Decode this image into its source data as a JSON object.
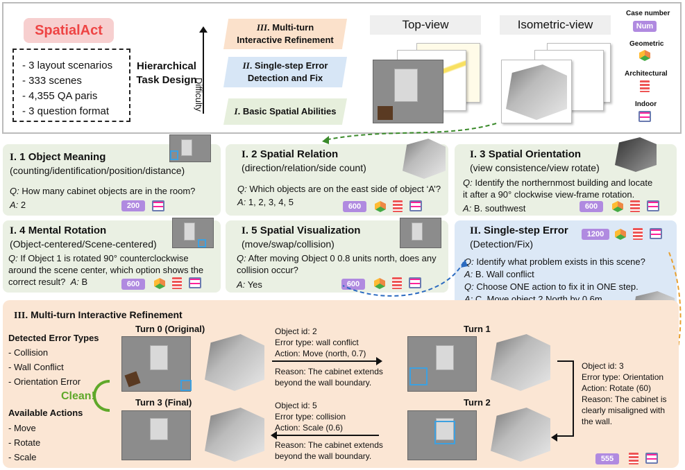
{
  "header": {
    "logo": "SpatialAct",
    "stats": [
      "- 3 layout scenarios",
      "- 333 scenes",
      "- 4,355 QA paris",
      "- 3 question format"
    ],
    "hierarchy_label_1": "Hierarchical",
    "hierarchy_label_2": "Task Design",
    "difficulty": "Difficulty",
    "levels": [
      {
        "roman": "III",
        "text": ". Multi-turn",
        "text2": "Interactive Refinement"
      },
      {
        "roman": "II",
        "text": ". Single-step Error",
        "text2": "Detection and Fix"
      },
      {
        "roman": "I",
        "text": ". Basic Spatial Abilities"
      }
    ],
    "top_view": "Top-view",
    "iso_view": "Isometric-view",
    "legend": {
      "case_number": "Case number",
      "num": "Num",
      "geometric": "Geometric",
      "architectural": "Architectural",
      "indoor": "Indoor"
    }
  },
  "cards": {
    "c11": {
      "roman": "I",
      "title": ". 1 Object Meaning",
      "sub": "(counting/identification/position/distance)",
      "q": "How many cabinet objects are in the room?",
      "a": "2",
      "num": "200"
    },
    "c12": {
      "roman": "I",
      "title": ". 2 Spatial Relation",
      "sub": "(direction/relation/side count)",
      "q": "Which objects are on the east side of object ‘A’?",
      "a": "1, 2, 3, 4, 5",
      "num": "600"
    },
    "c13": {
      "roman": "I",
      "title": ". 3 Spatial Orientation",
      "sub": "(view consistence/view rotate)",
      "q1": "Identify the northernmost building and locate",
      "q2": "it after a 90° clockwise view-frame rotation.",
      "a": "B. southwest",
      "num": "600"
    },
    "c14": {
      "roman": "I",
      "title": ". 4 Mental Rotation",
      "sub": "(Object-centered/Scene-centered)",
      "q1": "If Object 1 is rotated 90° counterclockwise",
      "q2": "around the scene center, which option shows the",
      "q3": "correct result?",
      "a": "B",
      "num": "600"
    },
    "c15": {
      "roman": "I",
      "title": ". 5 Spatial Visualization",
      "sub": "(move/swap/collision)",
      "q1": "After moving Object 0 0.8 units north, does any",
      "q2": "collision occur?",
      "a": "Yes",
      "num": "600"
    },
    "c2": {
      "roman": "II",
      "title": ". Single-step Error",
      "sub": "(Detection/Fix)",
      "num": "1200",
      "q1": "Identify what problem exists in this scene?",
      "a1": "B. Wall conflict",
      "q2": "Choose ONE action to fix it in ONE step.",
      "a2": "C. Move object 2 North by 0.6m."
    }
  },
  "qa_labels": {
    "q": "Q:",
    "a": "A:"
  },
  "multi": {
    "roman": "III",
    "title": ". Multi-turn Interactive Refinement",
    "detected_title": "Detected Error Types",
    "detected": [
      "- Collision",
      "- Wall Conflict",
      "- Orientation Error"
    ],
    "clean": "Clean!",
    "actions_title": "Available Actions",
    "actions": [
      "- Move",
      "- Rotate",
      "- Scale"
    ],
    "turn0": "Turn 0 (Original)",
    "turn1": "Turn 1",
    "turn2": "Turn 2",
    "turn3": "Turn 3 (Final)",
    "step1": [
      "Object id: 2",
      "Error type: wall conflict",
      "Action: Move (north, 0.7)",
      "Reason: The cabinet extends",
      "beyond the wall boundary."
    ],
    "step2": [
      "Object id: 3",
      "Error type: Orientation",
      "Action: Rotate (60)",
      "Reason: The cabinet is",
      "clearly misaligned with",
      "the wall."
    ],
    "step3": [
      "Object id: 5",
      "Error type: collision",
      "Action: Scale (0.6)",
      "Reason: The cabinet extends",
      "beyond the wall boundary."
    ],
    "num": "555"
  },
  "colors": {
    "num_badge": "#b08ae0",
    "green_card": "#eaf0e3",
    "blue_card": "#dce8f6",
    "orange_panel": "#fbe6d4",
    "logo_bg": "#f7cfcf"
  }
}
